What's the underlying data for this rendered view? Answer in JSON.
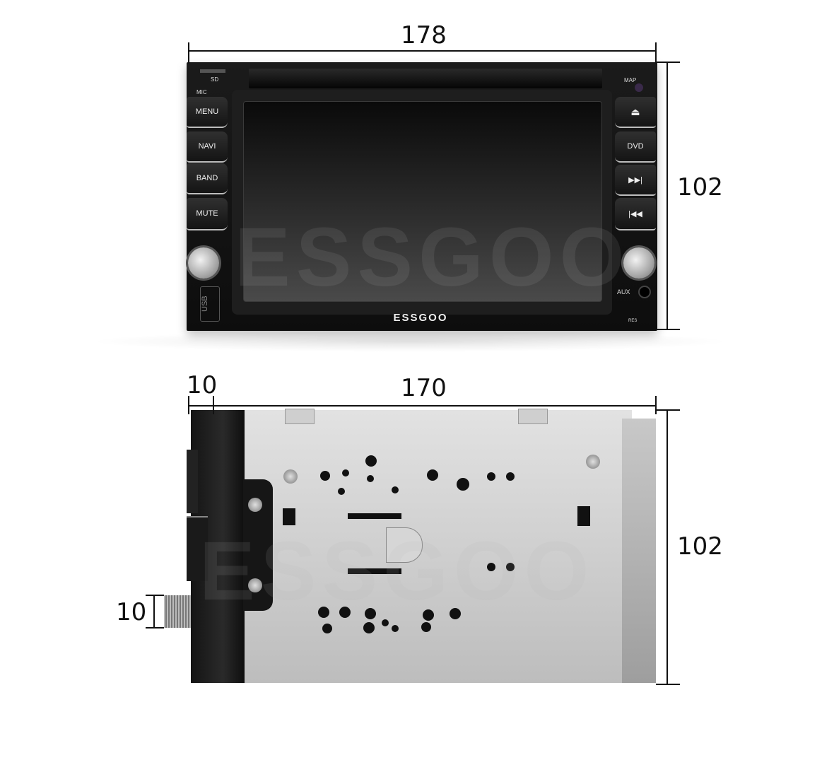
{
  "dimensions": {
    "front_width": "178",
    "front_height": "102",
    "side_depth": "170",
    "side_faceplate_depth": "10",
    "side_knob_length": "10",
    "side_height": "102"
  },
  "front_labels": {
    "sd": "SD",
    "mic": "MIC",
    "map": "MAP",
    "menu": "MENU",
    "navi": "NAVI",
    "band": "BAND",
    "mute": "MUTE",
    "dvd": "DVD",
    "aux": "AUX",
    "res": "RES",
    "usb": "USB",
    "brand": "ESSGOO"
  },
  "icons": {
    "eject": "eject-icon",
    "next": "next-track-icon",
    "previous": "previous-track-icon"
  },
  "watermark": "ESSGOO"
}
